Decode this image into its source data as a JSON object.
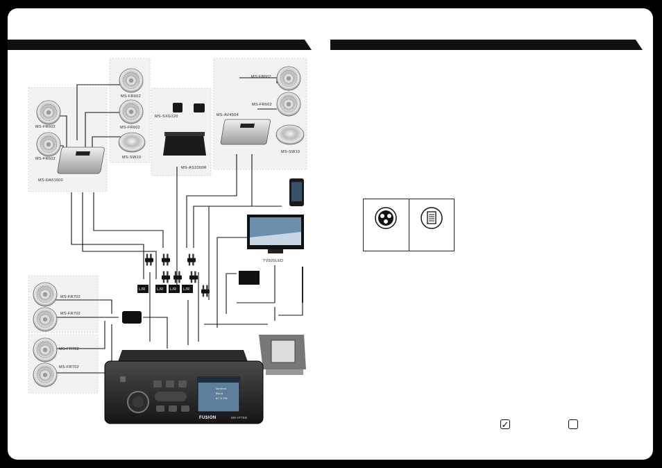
{
  "diagram": {
    "group_amp_left": {
      "speakers": [
        "MS-FR602",
        "MS-FR602"
      ],
      "amplifier": "MS-DA51600"
    },
    "group_top": {
      "speakers": [
        "MS-FR602",
        "MS-FR602",
        "MS-SW10"
      ]
    },
    "group_sirius": {
      "tuner": "MS-SXG120",
      "module": "MS-AS1060R"
    },
    "group_amp_right": {
      "speakers": [
        "MS-FR602",
        "MS-FR602",
        "MS-SW10"
      ],
      "amplifier": "MS-AV4504"
    },
    "tv": {
      "label": "TV920LED"
    },
    "rca_labels": [
      "L/R",
      "L/R",
      "L/R",
      "L/R"
    ],
    "zone_speakers": [
      "MS-FR702",
      "MS-FR702",
      "MS-FR702",
      "MS-FR702"
    ],
    "head_unit": {
      "brand": "FUSION",
      "model": "MS-IP700i",
      "screen_line1": "Anthem",
      "screen_line2": "Band",
      "screen_line3": "87.9 FM"
    }
  },
  "icons": [
    "connector-icon",
    "document-icon"
  ],
  "checkboxes": [
    {
      "checked": true,
      "symbol": "✓"
    },
    {
      "checked": false,
      "symbol": ""
    }
  ]
}
